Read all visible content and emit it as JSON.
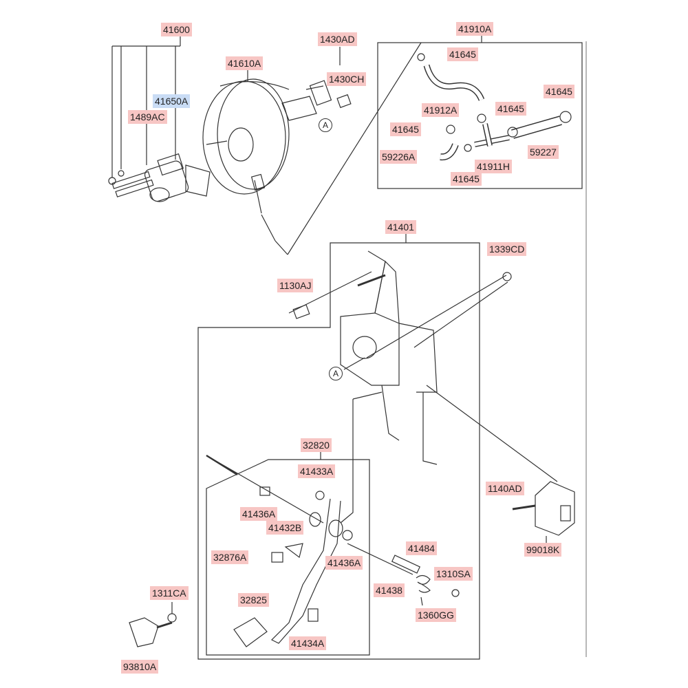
{
  "labels": {
    "l41600": "41600",
    "l41610A": "41610A",
    "l41650A": "41650A",
    "l1489AC": "1489AC",
    "l1430AD": "1430AD",
    "l1430CH": "1430CH",
    "l41910A": "41910A",
    "l41645a": "41645",
    "l41645b": "41645",
    "l41645c": "41645",
    "l41645d": "41645",
    "l41645e": "41645",
    "l41912A": "41912A",
    "l59226A": "59226A",
    "l41911H": "41911H",
    "l59227": "59227",
    "l41401": "41401",
    "l1339CD": "1339CD",
    "l1130AJ": "1130AJ",
    "l32820": "32820",
    "l41433A": "41433A",
    "l41436Aa": "41436A",
    "l41432B": "41432B",
    "l32876A": "32876A",
    "l41436Ab": "41436A",
    "l41484": "41484",
    "l1310SA": "1310SA",
    "l41438": "41438",
    "l1360GG": "1360GG",
    "l32825": "32825",
    "l41434A": "41434A",
    "l1140AD": "1140AD",
    "l99018K": "99018K",
    "l1311CA": "1311CA",
    "l93810A": "93810A"
  },
  "refs": {
    "a1": "A",
    "a2": "A"
  },
  "colors": {
    "label_bg": "#f7c6c4",
    "label_highlight_bg": "#c9dcf5",
    "line": "#333333"
  }
}
